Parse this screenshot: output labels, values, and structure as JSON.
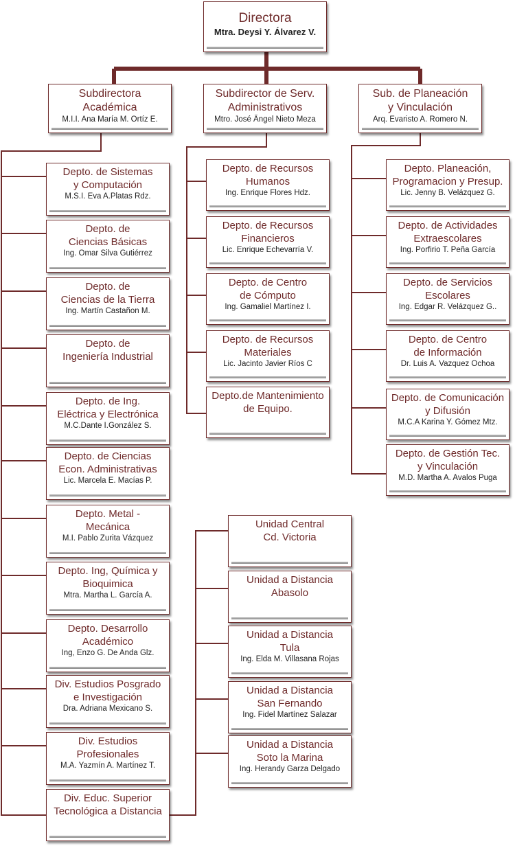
{
  "top": {
    "title": "Directora",
    "name": "Mtra. Deysi Y. Álvarez V."
  },
  "subs": [
    {
      "title": "Subdirectora\nAcadémica",
      "name": "M.I.I. Ana María M. Ortíz E."
    },
    {
      "title": "Subdirector de Serv.\nAdministrativos",
      "name": "Mtro. José Ängel Nieto Meza"
    },
    {
      "title": "Sub. de Planeación\ny Vinculación",
      "name": "Arq. Evaristo A. Romero N."
    }
  ],
  "academic": [
    {
      "title": "Depto. de  Sistemas\ny Computación",
      "name": "M.S.I. Eva A.Platas Rdz."
    },
    {
      "title": "Depto. de\nCiencias Básicas",
      "name": "Ing. Omar Silva Gutiérrez"
    },
    {
      "title": "Depto. de\nCiencias de la Tierra",
      "name": "Ing. Martín Castañon M."
    },
    {
      "title": "Depto. de\nIngeniería Industrial",
      "name": ""
    },
    {
      "title": "Depto. de Ing.\nEléctrica y Electrónica",
      "name": "M.C.Dante I.González S."
    },
    {
      "title": "Depto. de Ciencias\nEcon. Administrativas",
      "name": "Lic. Marcela E. Macías P."
    },
    {
      "title": "Depto. Metal -\nMecánica",
      "name": "M.I. Pablo Zurita Vázquez"
    },
    {
      "title": "Depto. Ing, Química y\nBioquimica",
      "name": "Mtra. Martha L. García A."
    },
    {
      "title": "Depto. Desarrollo\nAcadémico",
      "name": "Ing, Enzo G. De Anda Glz."
    },
    {
      "title": "Div. Estudios Posgrado\ne Investigación",
      "name": "Dra. Adriana Mexicano S."
    },
    {
      "title": "Div. Estudios\nProfesionales",
      "name": "M.A. Yazmín A. Martínez T."
    },
    {
      "title": "Div. Educ. Superior\nTecnológica a Distancia",
      "name": ""
    }
  ],
  "admin": [
    {
      "title": "Depto. de Recursos\nHumanos",
      "name": "Ing. Enrique Flores Hdz."
    },
    {
      "title": "Depto. de Recursos\nFinancieros",
      "name": "Lic. Enrique Echevarría V."
    },
    {
      "title": "Depto. de Centro\nde Cómputo",
      "name": "Ing. Gamaliel Martínez I."
    },
    {
      "title": "Depto. de Recursos\nMateriales",
      "name": "Lic. Jacinto Javier Ríos C"
    },
    {
      "title": "Depto.de Mantenimiento\nde Equipo.",
      "name": ""
    }
  ],
  "planning": [
    {
      "title": "Depto. Planeación,\nProgramacion y Presup.",
      "name": "Lic. Jenny B. Velázquez G."
    },
    {
      "title": "Depto. de Actividades\nExtraescolares",
      "name": "Ing. Porfirio T. Peña García"
    },
    {
      "title": "Depto. de Servicios\nEscolares",
      "name": "Ing. Edgar R. Velázquez G.."
    },
    {
      "title": "Depto. de Centro\nde Información",
      "name": "Dr. Luis A. Vazquez Ochoa"
    },
    {
      "title": "Depto. de Comunicación\ny Difusión",
      "name": "M.C.A Karina Y. Gómez Mtz."
    },
    {
      "title": "Depto. de Gestión Tec.\ny Vinculación",
      "name": "M.D. Martha A. Avalos Puga"
    }
  ],
  "units": [
    {
      "title": "Unidad Central\nCd. Victoria",
      "name": ""
    },
    {
      "title": "Unidad a Distancia\nAbasolo",
      "name": ""
    },
    {
      "title": "Unidad a Distancia\nTula",
      "name": "Ing. Elda M. Villasana Rojas"
    },
    {
      "title": "Unidad a Distancia\nSan Fernando",
      "name": "Ing. Fidel  Martínez Salazar"
    },
    {
      "title": "Unidad a Distancia\nSoto la Marina",
      "name": "Ing. Herandy Garza Delgado"
    }
  ]
}
